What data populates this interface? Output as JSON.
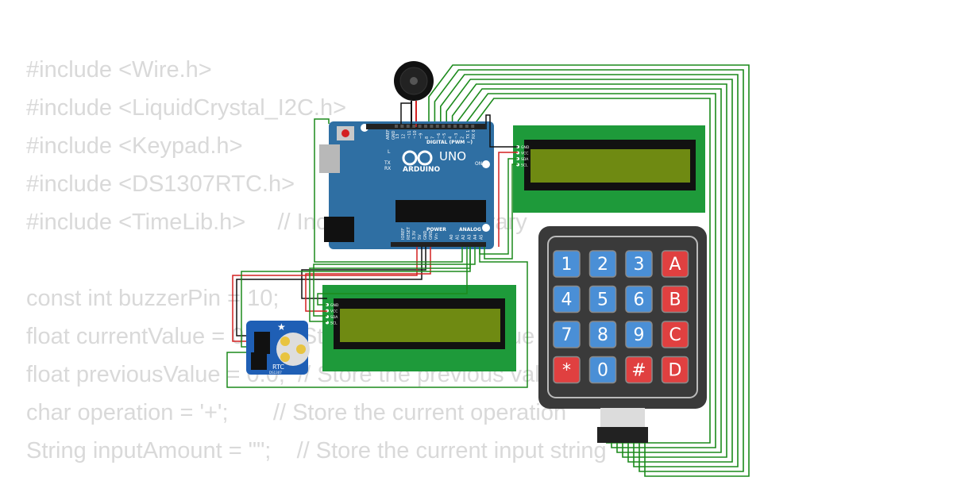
{
  "code_lines": [
    "#include <Wire.h>",
    "#include <LiquidCrystal_I2C.h>",
    "#include <Keypad.h>",
    "#include <DS1307RTC.h>",
    "#include <TimeLib.h>     // Include TimeLib library",
    "",
    "const int buzzerPin = 10;",
    "float currentValue = 0.0;  // Store the current value",
    "float previousValue = 0.0;  // Store the previous value",
    "char operation = '+';       // Store the current operation",
    "String inputAmount = \"\";    // Store the current input string"
  ],
  "arduino": {
    "logo_text": "ARDUINO",
    "model": "UNO",
    "digital_label": "DIGITAL (PWM ~)",
    "analog_label": "ANALOG IN",
    "power_label": "POWER",
    "on_label": "ON",
    "l_label": "L",
    "tx_label": "TX",
    "rx_label": "RX",
    "aref_label": "AREF",
    "gnd_label": "GND",
    "digital_pins": [
      "13",
      "12",
      "~11",
      "~10",
      "~9",
      "8",
      "7",
      "~6",
      "~5",
      "4",
      "~3",
      "2",
      "TX 1",
      "RX 0"
    ],
    "power_pins": [
      "IOREF",
      "RESET",
      "3.3V",
      "5V",
      "GND",
      "GND",
      "Vin"
    ],
    "analog_pins": [
      "A0",
      "A1",
      "A2",
      "A3",
      "A4",
      "A5"
    ]
  },
  "lcd_pins": [
    "GND",
    "VCC",
    "SDA",
    "SCL"
  ],
  "rtc": {
    "label": "RTC",
    "chip": "DS1307"
  },
  "keypad": {
    "keys": [
      "1",
      "2",
      "3",
      "A",
      "4",
      "5",
      "6",
      "B",
      "7",
      "8",
      "9",
      "C",
      "*",
      "0",
      "#",
      "D"
    ],
    "colors": {
      "digit": "#4a8fd6",
      "letter": "#e04040",
      "body": "#3a3a3a"
    }
  },
  "colors": {
    "wire": "#1c8a1c",
    "gnd_wire": "#111111",
    "vcc_wire": "#d42020",
    "board": "#2f6fa3",
    "lcd_pcb": "#1e9a3a",
    "lcd_screen": "#6f8a12"
  }
}
